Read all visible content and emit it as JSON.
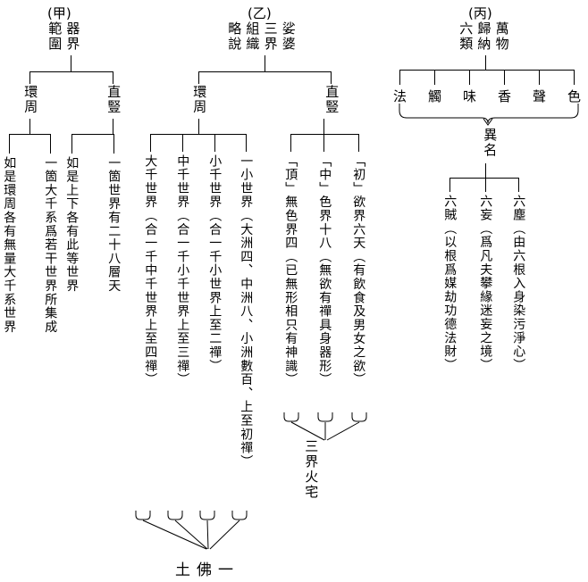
{
  "document": {
    "title": "娑婆三界組織略說圖",
    "language": "zh-Hant",
    "orientation": "vertical-rtl"
  },
  "sections": [
    {
      "id": "jia",
      "tag": "(甲)",
      "heading_cols": [
        "器界",
        "範圍"
      ],
      "heading_reading": "器界範圍",
      "branches": [
        {
          "label": "環周",
          "leaves": [
            "一箇大千系爲若干世界所集成",
            "如是環周各有無量大千系世界"
          ]
        },
        {
          "label": "直豎",
          "leaves": [
            "一箇世界有二十八層天",
            "如是上下各有此等世界"
          ]
        }
      ]
    },
    {
      "id": "yi",
      "tag": "(乙)",
      "heading_cols": [
        "娑婆",
        "三界",
        "組織",
        "略說"
      ],
      "heading_reading": "娑婆三界組織略說",
      "branches": [
        {
          "label": "環周",
          "leaves": [
            "一小世界（大洲四、中洲八、小洲數百、上至初禪）",
            "小千世界（合一千小世界上至二禪）",
            "中千世界（合一千小千世界上至三禪）",
            "大千世界（合一千中千世界上至四禪）"
          ]
        },
        {
          "label": "直豎",
          "leaves": [
            "「初」欲界六天（有飲食及男女之欲）",
            "「中」色界十八（無欲有禪具身器形）",
            "「頂」無色界四（已無形相只有神識）"
          ],
          "converge_label": "三界火宅"
        }
      ],
      "footer_label": "一佛土"
    },
    {
      "id": "bing",
      "tag": "(丙)",
      "heading_cols": [
        "萬物",
        "歸納",
        "六類"
      ],
      "heading_reading": "萬物歸納六類",
      "six_categories": [
        "法",
        "觸",
        "味",
        "香",
        "聲",
        "色"
      ],
      "alias_label": "異名",
      "aliases": [
        "六塵（由六根入身染污淨心）",
        "六妄（爲凡夫攀緣迷妄之境）",
        "六賊（以根爲媒劫功德法財）"
      ]
    }
  ],
  "colors": {
    "ink": "#000000",
    "paper": "#ffffff"
  }
}
